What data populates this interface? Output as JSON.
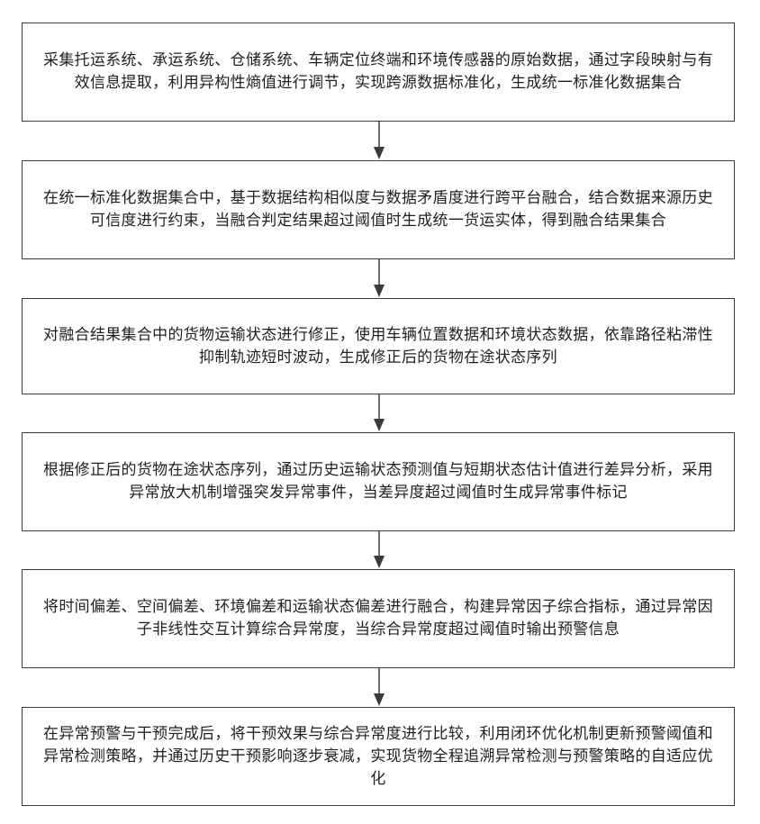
{
  "steps": [
    "采集托运系统、承运系统、仓储系统、车辆定位终端和环境传感器的原始数据，通过字段映射与有效信息提取，利用异构性熵值进行调节，实现跨源数据标准化，生成统一标准化数据集合",
    "在统一标准化数据集合中，基于数据结构相似度与数据矛盾度进行跨平台融合，结合数据来源历史可信度进行约束，当融合判定结果超过阈值时生成统一货运实体，得到融合结果集合",
    "对融合结果集合中的货物运输状态进行修正，使用车辆位置数据和环境状态数据，依靠路径粘滞性抑制轨迹短时波动，生成修正后的货物在途状态序列",
    "根据修正后的货物在途状态序列，通过历史运输状态预测值与短期状态估计值进行差异分析，采用异常放大机制增强突发异常事件，当差异度超过阈值时生成异常事件标记",
    "将时间偏差、空间偏差、环境偏差和运输状态偏差进行融合，构建异常因子综合指标，通过异常因子非线性交互计算综合异常度，当综合异常度超过阈值时输出预警信息",
    "在异常预警与干预完成后，将干预效果与综合异常度进行比较，利用闭环优化机制更新预警阈值和异常检测策略，并通过历史干预影响逐步衰减，实现货物全程追溯异常检测与预警策略的自适应优化"
  ]
}
